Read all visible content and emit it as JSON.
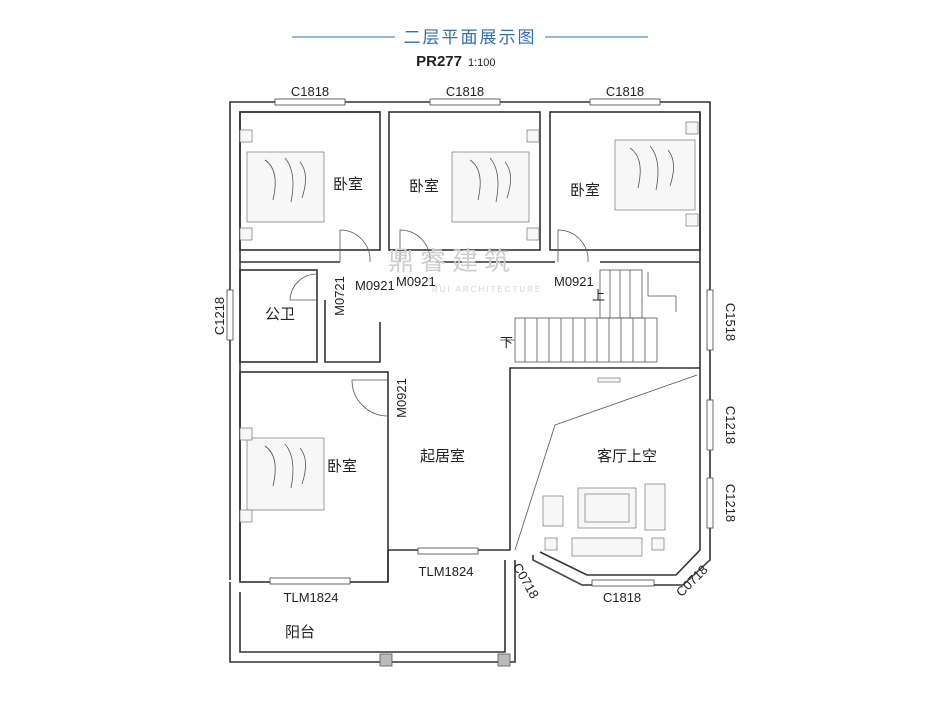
{
  "header": {
    "title": "二层平面展示图",
    "code": "PR277",
    "scale": "1:100",
    "accent_color": "#2f6fb7"
  },
  "watermark": {
    "text": "鼎睿建筑",
    "sub": "RUI ARCHITECTURE"
  },
  "rooms": {
    "bedroom": "卧室",
    "bathroom": "公卫",
    "living": "起居室",
    "void": "客厅上空",
    "balcony": "阳台"
  },
  "stairs": {
    "up": "上",
    "down": "下"
  },
  "labels": {
    "window_c1818": "C1818",
    "window_c1218": "C1218",
    "window_c1518": "C1518",
    "window_c0718": "C0718",
    "door_m0921": "M0921",
    "door_m0721": "M0721",
    "slide_tlm1824": "TLM1824"
  }
}
